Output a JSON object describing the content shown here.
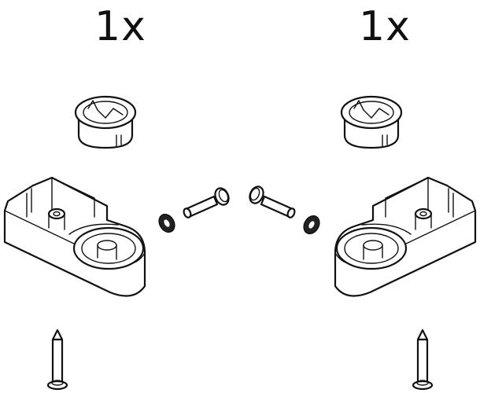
{
  "diagram": {
    "type": "parts-kit-exploded-view",
    "line_color": "#111111",
    "background": "#ffffff",
    "groups": [
      {
        "side": "left",
        "quantity_label": "1x",
        "parts": [
          "cap-ring",
          "end-bracket",
          "washer",
          "bolt",
          "pin"
        ]
      },
      {
        "side": "right",
        "quantity_label": "1x",
        "parts": [
          "cap-ring",
          "end-bracket",
          "washer",
          "bolt",
          "pin"
        ]
      }
    ]
  }
}
